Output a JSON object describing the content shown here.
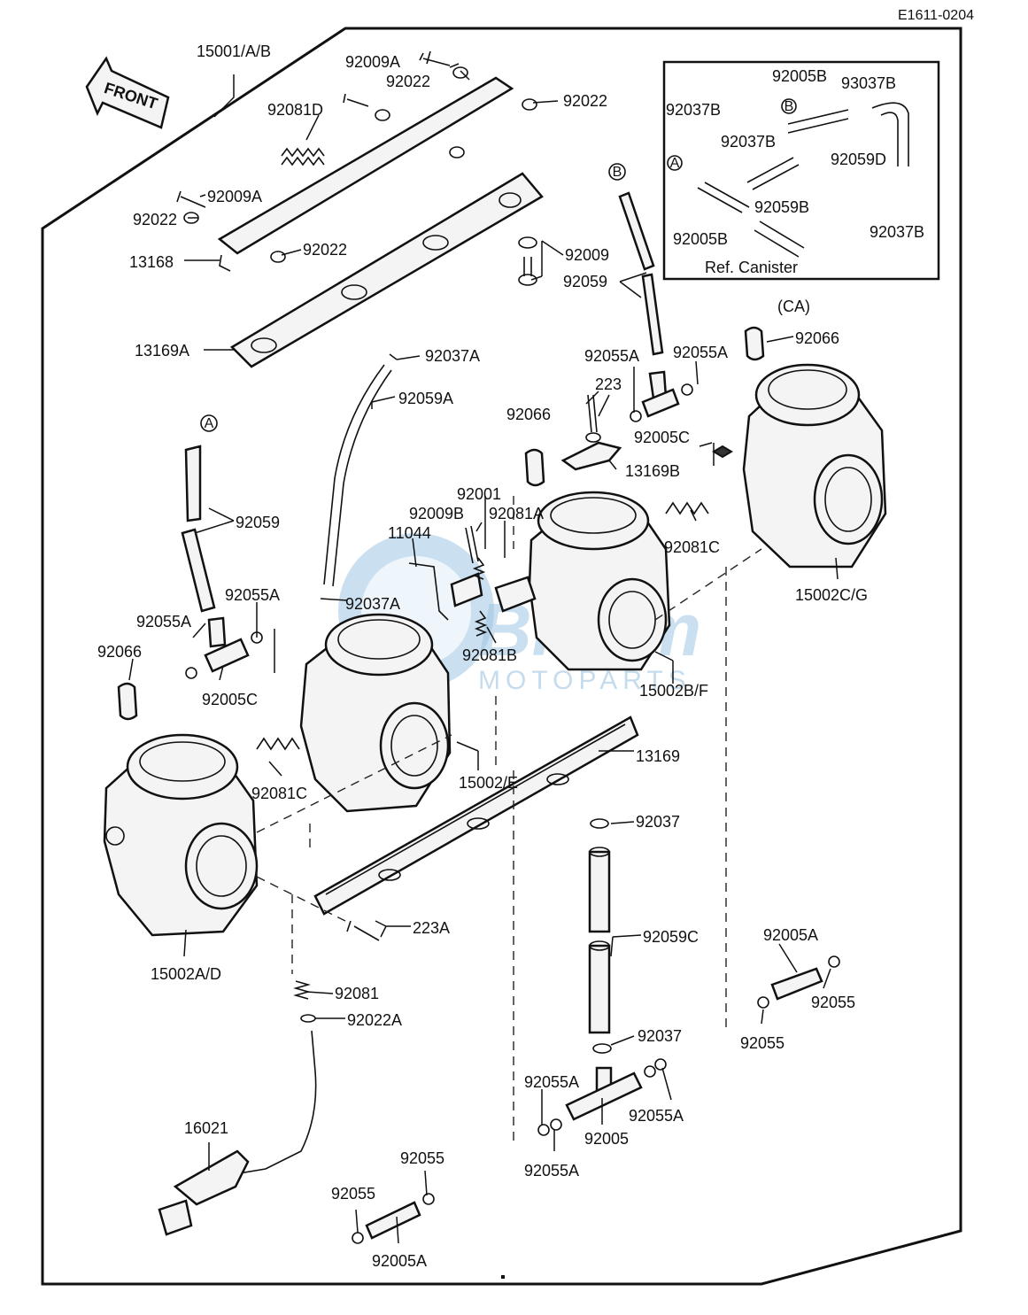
{
  "diagram": {
    "reference_code": "E1611-0204",
    "front_marker": "FRONT",
    "inset": {
      "caption": "Ref. Canister",
      "variant_tag": "(CA)",
      "labels": [
        "92005B",
        "93037B",
        "92037B",
        "92037B",
        "92059D",
        "92059B",
        "92005B",
        "92037B"
      ],
      "circle_markers": [
        "A",
        "B"
      ]
    },
    "circle_markers": {
      "a": "A",
      "b": "B"
    },
    "part_labels": {
      "p15001": "15001/A/B",
      "p92009A_top": "92009A",
      "p92022_top1": "92022",
      "p92022_top2": "92022",
      "p92081D": "92081D",
      "p92009A_mid": "92009A",
      "p92022_left": "92022",
      "p92022_mid": "92022",
      "p13168": "13168",
      "p92009": "92009",
      "p92059_right": "92059",
      "p13169A": "13169A",
      "p92037A_top": "92037A",
      "p92059A": "92059A",
      "p92055A_r1": "92055A",
      "p92055A_r2": "92055A",
      "p92066_ca": "92066",
      "p223": "223",
      "p92066_mid": "92066",
      "p92005C_right": "92005C",
      "p13169B": "13169B",
      "p92059_left": "92059",
      "p92001": "92001",
      "p92009B": "92009B",
      "p92081A": "92081A",
      "p11044": "11044",
      "p92081C_right": "92081C",
      "p15002CG": "15002C/G",
      "p92055A_l1": "92055A",
      "p92055A_l2": "92055A",
      "p92037A_bot": "92037A",
      "p92066_left": "92066",
      "p92005C_left": "92005C",
      "p92081B": "92081B",
      "p15002BF": "15002B/F",
      "p13169": "13169",
      "p92081C_left": "92081C",
      "p15002E": "15002/E",
      "p92037_top": "92037",
      "p223A": "223A",
      "p15002AD": "15002A/D",
      "p92059C": "92059C",
      "p92005A_right": "92005A",
      "p92081": "92081",
      "p92055_right1": "92055",
      "p92022A": "92022A",
      "p92055_right2": "92055",
      "p92037_bot": "92037",
      "p92055A_b1": "92055A",
      "p92055A_b2": "92055A",
      "p92005": "92005",
      "p92055A_b3": "92055A",
      "p16021": "16021",
      "p92055_bot1": "92055",
      "p92055_bot2": "92055",
      "p92005A_bot": "92005A"
    },
    "watermark": {
      "brand": "Bikem",
      "tagline": "MOTOPARTS"
    }
  }
}
